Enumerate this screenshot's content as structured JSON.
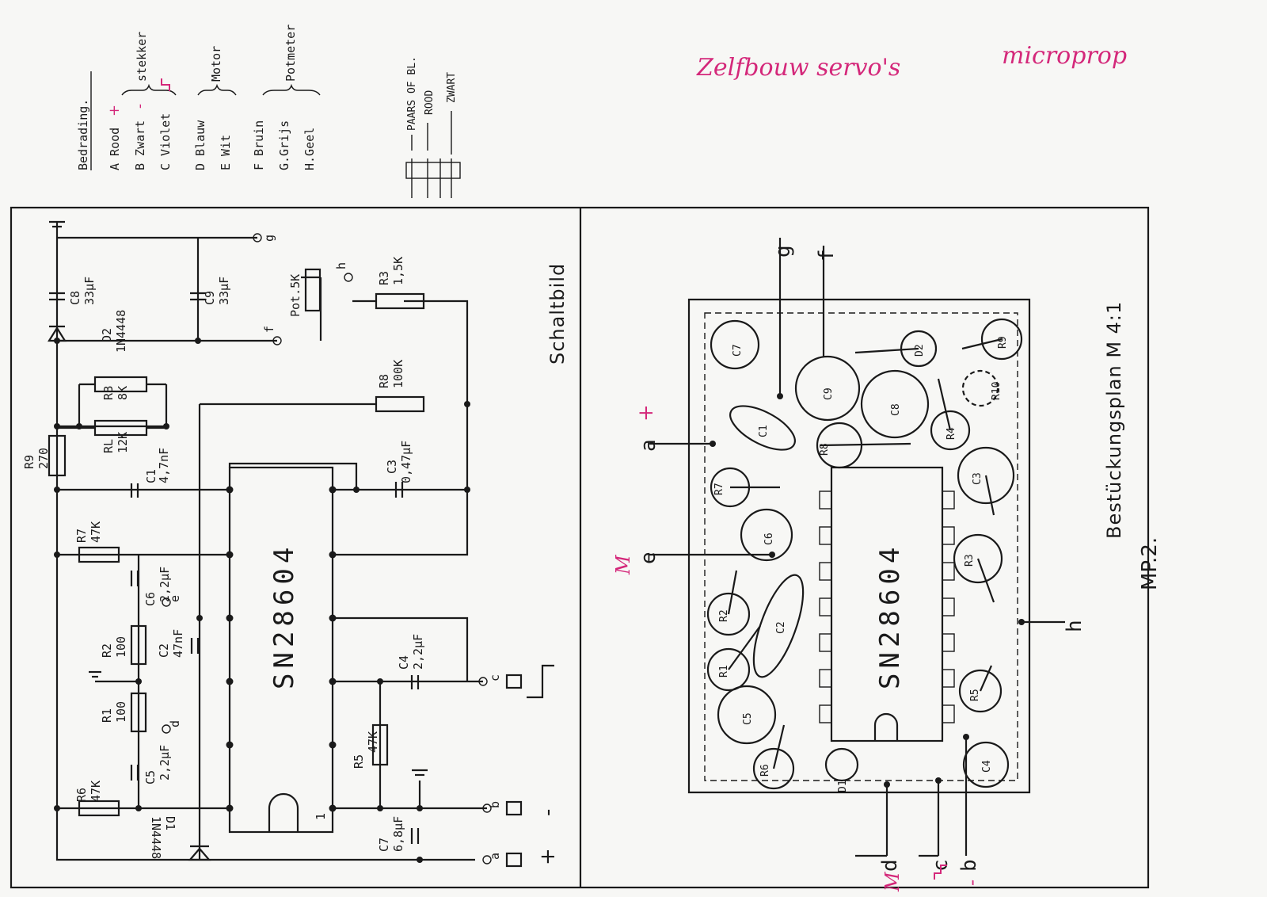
{
  "handwritten_title": {
    "part1": "Zelfbouw servo's",
    "part2": "microprop"
  },
  "wiring_legend": {
    "heading": "Bedrading.",
    "entries": [
      {
        "text": "A Rood",
        "mark": "+"
      },
      {
        "text": "B Zwart",
        "mark": "-"
      },
      {
        "text": "C Violet",
        "mark": ""
      },
      {
        "text": "D Blauw",
        "mark": ""
      },
      {
        "text": "E Wit",
        "mark": ""
      },
      {
        "text": "F Bruin",
        "mark": ""
      },
      {
        "text": "G.Grijs",
        "mark": ""
      },
      {
        "text": "H.Geel",
        "mark": ""
      }
    ],
    "groups": [
      "stekker",
      "Motor",
      "Potmeter"
    ]
  },
  "connector_labels": [
    "PAARS OF BL.",
    "ROOD",
    "ZWART"
  ],
  "schematic": {
    "title": "Schaltbild",
    "ic": "SN28604",
    "pin1": "1",
    "components": {
      "C8": "C8",
      "C8v": "33µF",
      "D2": "D2",
      "D2v": "1N4448",
      "C9": "C9",
      "C9v": "33µF",
      "pot": "Pot.5K",
      "R3": "R3",
      "R3v": "1,5K",
      "R8": "R8",
      "R8v": "100K",
      "RL": "RL",
      "RLv": "12K",
      "RB": "RB",
      "RBv": "8K",
      "R9": "R9",
      "R9v": "270",
      "C1": "C1",
      "C1v": "4,7nF",
      "C3": "C3",
      "C3v": "0,47µF",
      "R7": "R7",
      "R7v": "47K",
      "C6": "C6",
      "C6v": "2,2µF",
      "R2": "R2",
      "R2v": "100",
      "C2": "C2",
      "C2v": "47nF",
      "C4": "C4",
      "C4v": "2,2µF",
      "R1": "R1",
      "R1v": "100",
      "R5": "R5",
      "R5v": "47K",
      "C5": "C5",
      "C5v": "2,2µF",
      "R6": "R6",
      "R6v": "47K",
      "C7": "C7",
      "C7v": "6,8µF",
      "D1": "D1",
      "D1v": "1N4448"
    },
    "nodes": [
      "a",
      "b",
      "c",
      "d",
      "e",
      "f",
      "g",
      "h"
    ],
    "signs": [
      "+",
      "-"
    ]
  },
  "layout": {
    "title": "Bestückungsplan M 4:1",
    "ic": "SN28604",
    "code": "MP.2.",
    "parts": [
      "C7",
      "R9",
      "D2",
      "C9",
      "C8",
      "R10",
      "C1",
      "R8",
      "R4",
      "R7",
      "C3",
      "C6",
      "R3",
      "R2",
      "C2",
      "R1",
      "C5",
      "R5",
      "R6",
      "D1",
      "C4"
    ],
    "pins": [
      "g",
      "f",
      "a",
      "e",
      "h",
      "d",
      "c",
      "b"
    ],
    "plus": "+",
    "pink_M_top": "M",
    "pink_M_bottom": "M",
    "pink_minus": "-"
  }
}
